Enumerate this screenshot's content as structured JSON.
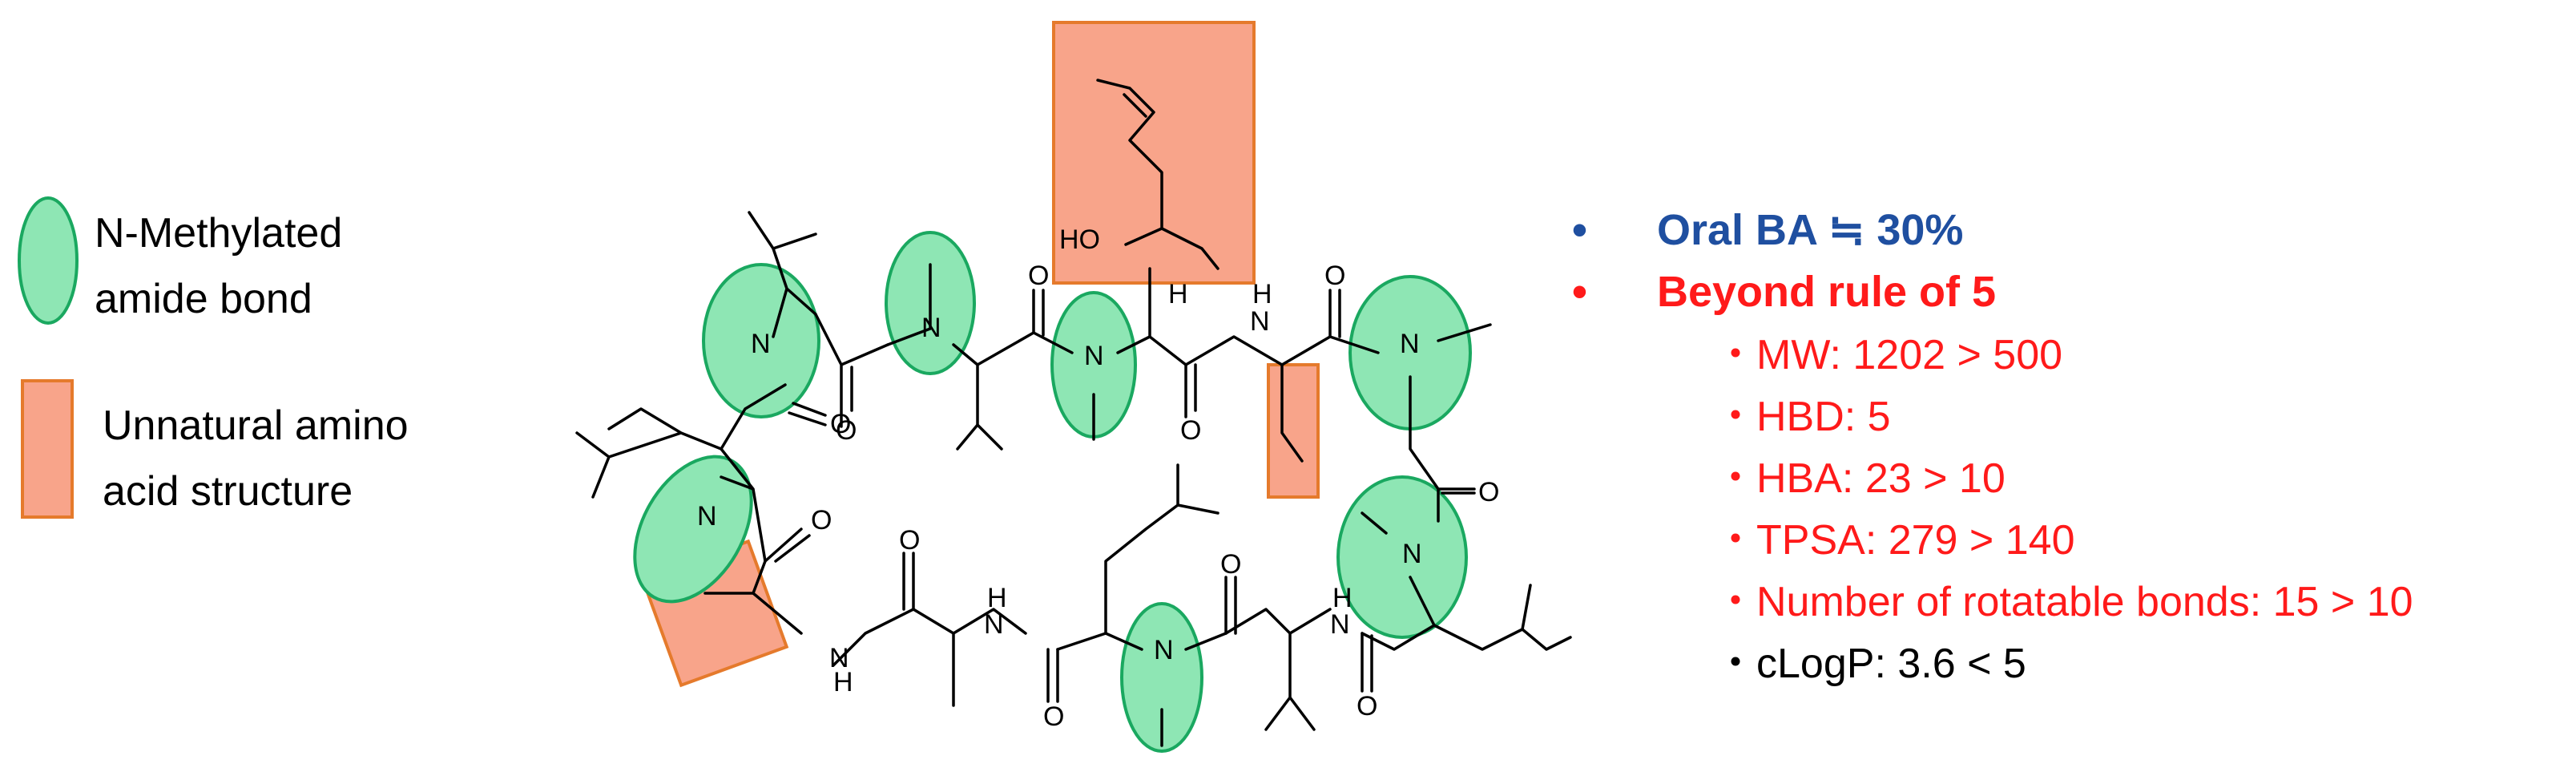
{
  "legend": {
    "n_methylated": [
      "N-Methylated",
      "amide bond"
    ],
    "unnatural": [
      "Unnatural amino",
      "acid structure"
    ]
  },
  "properties": {
    "bullet": "•",
    "oral_ba": "Oral BA ≒ 30%",
    "beyond": "Beyond rule of 5",
    "items": [
      "・MW: 1202 > 500",
      "・HBD: 5",
      "・HBA: 23 > 10",
      "・TPSA: 279 > 140",
      "・Number of rotatable bonds: 15 > 10",
      "・cLogP: 3.6 < 5"
    ]
  },
  "structure_labels": {
    "nitrogen": "N",
    "amide_nh": "H",
    "oxygen": "O",
    "hydroxyl": "HO",
    "hydrogen": "H"
  },
  "colors": {
    "n_methyl_fill": "#8ee6b4",
    "n_methyl_stroke": "#1aa860",
    "unnatural_fill": "#f8a48a",
    "unnatural_stroke": "#e57a2c",
    "blue_text": "#1f4fa0",
    "red_text": "#ff1a1a",
    "black_text": "#000000"
  }
}
